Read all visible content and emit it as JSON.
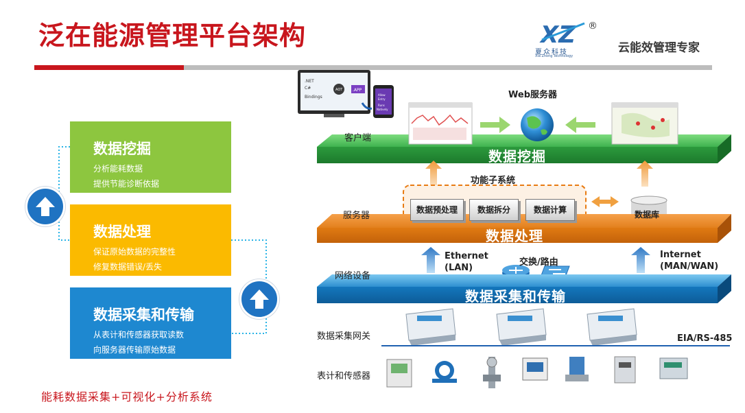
{
  "header": {
    "title": "泛在能源管理平台架构",
    "logo_letters": "XZ",
    "logo_cn": "夏众科技",
    "logo_en": "Xia Zhong Technology",
    "registered_mark": "®",
    "slogan": "云能效管理专家"
  },
  "cards": [
    {
      "title": "数据挖掘",
      "lines": [
        "分析能耗数据",
        "提供节能诊断依据"
      ],
      "color": "#8dc63f"
    },
    {
      "title": "数据处理",
      "lines": [
        "保证原始数据的完整性",
        "修复数据错误/丢失"
      ],
      "color": "#fbba00"
    },
    {
      "title": "数据采集和传输",
      "lines": [
        "从表计和传感器获取读数",
        "向服务器传输原始数据"
      ],
      "color": "#1e88d0"
    }
  ],
  "footer": "能耗数据采集+可视化+分析系统",
  "diagram": {
    "code_lines": [
      ".NET",
      "C#",
      "Bindings"
    ],
    "code_aot": "AOT",
    "code_app": ".APP",
    "phone_lines": [
      "Allow",
      "Entry",
      "Runs",
      "Natively"
    ],
    "web_server": "Web服务器",
    "client": "客户端",
    "platform_mining": "数据挖掘",
    "func_subsystem": "功能子系统",
    "server": "服务器",
    "sub_boxes": [
      "数据预处理",
      "数据拆分",
      "数据计算"
    ],
    "database": "数据库",
    "platform_processing": "数据处理",
    "ethernet": "Ethernet",
    "lan": "(LAN)",
    "switch_router": "交换/路由",
    "internet": "Internet",
    "wan": "(MAN/WAN)",
    "network_device": "网络设备",
    "platform_collection": "数据采集和传输",
    "gateway": "数据采集网关",
    "bus": "EIA/RS-485",
    "meters": "表计和传感器"
  },
  "colors": {
    "brand_red": "#c8161d",
    "layer_green": "#2c9a3d",
    "layer_orange": "#e87b12",
    "layer_blue": "#1477bd",
    "arrow_blue": "#2f78c4",
    "arrow_orange": "#f0a040",
    "arrow_green": "#9bd66f"
  }
}
